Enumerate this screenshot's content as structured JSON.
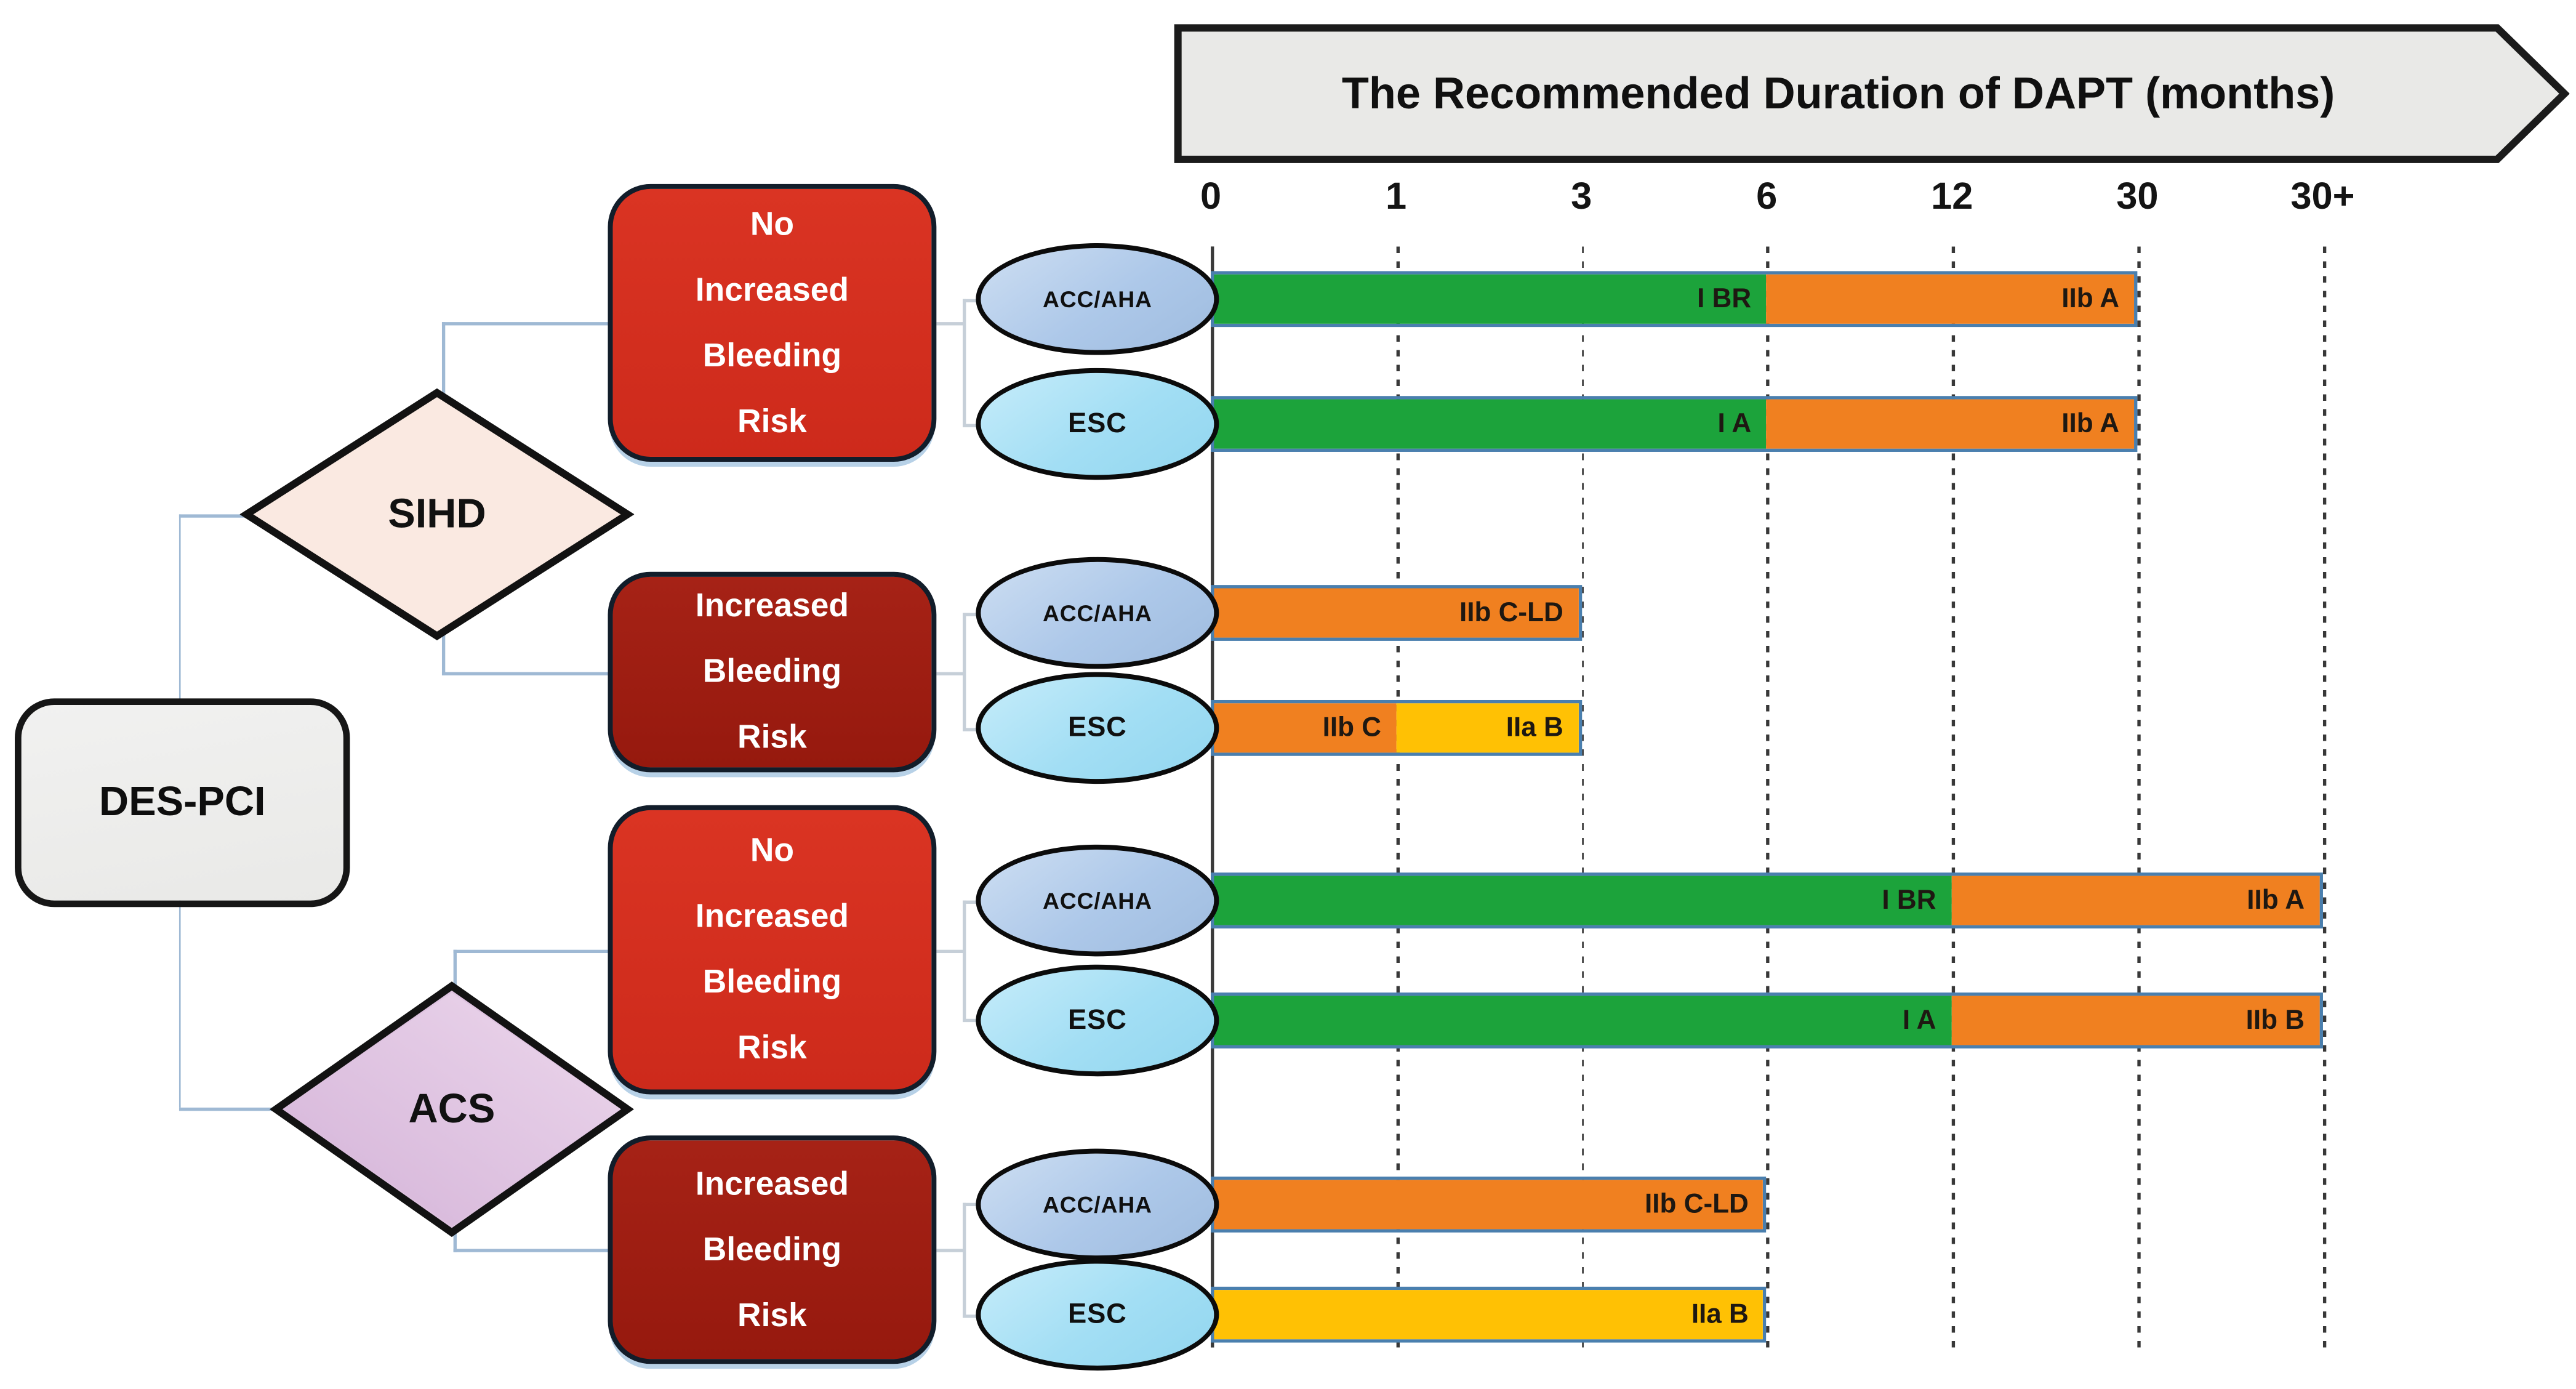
{
  "title": {
    "banner": "The Recommended Duration of DAPT (months)"
  },
  "flowchart": {
    "root": "DES-PCI",
    "decisions": {
      "sihd": "SIHD",
      "acs": "ACS"
    },
    "risk_boxes": {
      "sihd_no_risk": "No Increased Bleeding Risk",
      "sihd_risk": "Increased Bleeding Risk",
      "acs_no_risk": "No Increased Bleeding Risk",
      "acs_risk": "Increased Bleeding Risk"
    }
  },
  "chart_data": {
    "type": "bar",
    "variant": "segmented-horizontal-duration-bars",
    "title": "The Recommended Duration of DAPT (months)",
    "xlabel": "months",
    "ylabel": "",
    "x_axis": {
      "scale": "ordinal",
      "ticks": [
        "0",
        "1",
        "3",
        "6",
        "12",
        "30",
        "30+"
      ],
      "gridlines": "dashed-vertical",
      "zero_axis": "solid"
    },
    "colors": {
      "green": "#1ca33b",
      "orange": "#f08020",
      "yellow": "#ffc104"
    },
    "guideline_colors": {
      "ACC/AHA": "#adc8e9",
      "ESC": "#a2def4"
    },
    "rows": [
      {
        "pathway": "SIHD",
        "bleeding_risk": "No Increased Bleeding Risk",
        "guideline": "ACC/AHA",
        "segments": [
          {
            "start": "0",
            "end": "6",
            "color": "green",
            "label": "I BR"
          },
          {
            "start": "6",
            "end": "30",
            "color": "orange",
            "label": "IIb A"
          }
        ]
      },
      {
        "pathway": "SIHD",
        "bleeding_risk": "No Increased Bleeding Risk",
        "guideline": "ESC",
        "segments": [
          {
            "start": "0",
            "end": "6",
            "color": "green",
            "label": "I A"
          },
          {
            "start": "6",
            "end": "30",
            "color": "orange",
            "label": "IIb A"
          }
        ]
      },
      {
        "pathway": "SIHD",
        "bleeding_risk": "Increased Bleeding Risk",
        "guideline": "ACC/AHA",
        "segments": [
          {
            "start": "0",
            "end": "3",
            "color": "orange",
            "label": "IIb C-LD"
          }
        ]
      },
      {
        "pathway": "SIHD",
        "bleeding_risk": "Increased Bleeding Risk",
        "guideline": "ESC",
        "segments": [
          {
            "start": "0",
            "end": "1",
            "color": "orange",
            "label": "IIb C"
          },
          {
            "start": "1",
            "end": "3",
            "color": "yellow",
            "label": "IIa B"
          }
        ]
      },
      {
        "pathway": "ACS",
        "bleeding_risk": "No Increased Bleeding Risk",
        "guideline": "ACC/AHA",
        "segments": [
          {
            "start": "0",
            "end": "12",
            "color": "green",
            "label": "I BR"
          },
          {
            "start": "12",
            "end": "30+",
            "color": "orange",
            "label": "IIb A"
          }
        ]
      },
      {
        "pathway": "ACS",
        "bleeding_risk": "No Increased Bleeding Risk",
        "guideline": "ESC",
        "segments": [
          {
            "start": "0",
            "end": "12",
            "color": "green",
            "label": "I A"
          },
          {
            "start": "12",
            "end": "30+",
            "color": "orange",
            "label": "IIb B"
          }
        ]
      },
      {
        "pathway": "ACS",
        "bleeding_risk": "Increased Bleeding Risk",
        "guideline": "ACC/AHA",
        "segments": [
          {
            "start": "0",
            "end": "6",
            "color": "orange",
            "label": "IIb C-LD"
          }
        ]
      },
      {
        "pathway": "ACS",
        "bleeding_risk": "Increased Bleeding Risk",
        "guideline": "ESC",
        "segments": [
          {
            "start": "0",
            "end": "6",
            "color": "yellow",
            "label": "IIa B"
          }
        ]
      }
    ]
  }
}
